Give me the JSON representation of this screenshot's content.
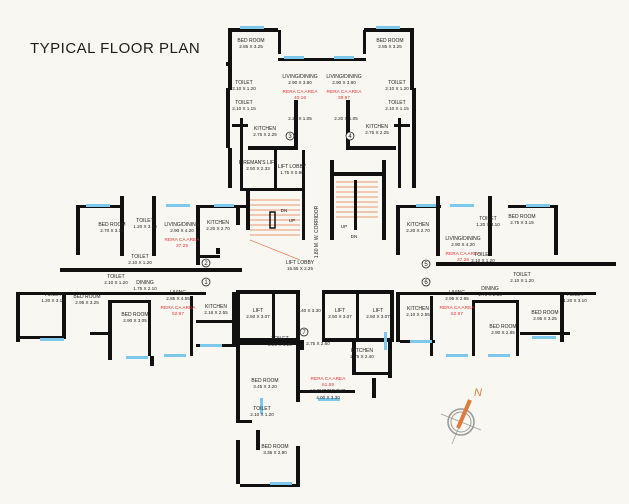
{
  "title": "TYPICAL FLOOR PLAN",
  "colors": {
    "wall": "#111111",
    "window": "#7cc8ec",
    "door": "#f2c14e",
    "stair": "#e07a4a",
    "rera": "#e8373a",
    "background": "#f9f7f1",
    "compass": "#e07a3a"
  },
  "compass": {
    "label": "N",
    "icon": "north-compass-icon"
  },
  "corridor_label": "1.80 M. W. CORRIDOR",
  "stairs": [
    {
      "up": "UP",
      "down": "DN"
    },
    {
      "up": "UP",
      "down": "DN"
    }
  ],
  "flat_numbers": [
    "1",
    "2",
    "3",
    "4",
    "5",
    "6",
    "7"
  ],
  "rooms": [
    {
      "name": "BED ROOM",
      "dims": "2.85 X 3.25"
    },
    {
      "name": "TOILET",
      "dims": "2.10 X 1.20"
    },
    {
      "name": "TOILET",
      "dims": "2.10 X 1.15"
    },
    {
      "name": "LIVING/DINING",
      "dims": "2.90 X 3.80",
      "rera_label": "RERA CA AREA",
      "rera": "40.16"
    },
    {
      "name": "",
      "dims": "2.20 X 1.05"
    },
    {
      "name": "KITCHEN",
      "dims": "2.75 X 2.25"
    },
    {
      "name": "FIREMAN'S LIFT",
      "dims": "2.50 X 2.33"
    },
    {
      "name": "LIFT LOBBY",
      "dims": "1.75 X 0.90"
    },
    {
      "name": "BED ROOM",
      "dims": "2.85 X 3.25"
    },
    {
      "name": "LIVING/DINING",
      "dims": "2.90 X 3.80",
      "rera_label": "RERA CA AREA",
      "rera": "39.97"
    },
    {
      "name": "TOILET",
      "dims": "2.10 X 1.20"
    },
    {
      "name": "TOILET",
      "dims": "2.10 X 1.15"
    },
    {
      "name": "KITCHEN",
      "dims": "2.75 X 2.25"
    },
    {
      "name": "",
      "dims": "2.20 X 1.05"
    },
    {
      "name": "BED ROOM",
      "dims": "2.70 X 3.15"
    },
    {
      "name": "TOILET",
      "dims": "1.20 X 3.10"
    },
    {
      "name": "LIVING/DINING",
      "dims": "2.90 X 4.20",
      "rera_label": "RERA CA AREA",
      "rera": "37.25"
    },
    {
      "name": "KITCHEN",
      "dims": "2.20 X 2.70"
    },
    {
      "name": "TOILET",
      "dims": "2.10 X 1.20"
    },
    {
      "name": "TOILET",
      "dims": "2.10 X 1.20"
    },
    {
      "name": "DINING",
      "dims": "1.75 X 2.10"
    },
    {
      "name": "LIVING",
      "dims": "2.85 X 4.55",
      "rera_label": "RERA CA AREA",
      "rera": "52.97"
    },
    {
      "name": "KITCHEN",
      "dims": "2.16 X 2.55"
    },
    {
      "name": "BED ROOM",
      "dims": "2.95 X 3.25"
    },
    {
      "name": "BED ROOM",
      "dims": "2.90 X 3.05"
    },
    {
      "name": "TOILET",
      "dims": "1.20 X 3.10"
    },
    {
      "name": "KITCHEN",
      "dims": "2.20 X 2.70"
    },
    {
      "name": "LIVING/DINING",
      "dims": "2.90 X 4.20",
      "rera_label": "RERA CA AREA",
      "rera": "37.25"
    },
    {
      "name": "TOILET",
      "dims": "1.20 X 3.10"
    },
    {
      "name": "BED ROOM",
      "dims": "2.75 X 3.15"
    },
    {
      "name": "TOILET",
      "dims": "2.10 X 1.20"
    },
    {
      "name": "LIVING",
      "dims": "2.95 X 2.95",
      "rera_label": "RERA CA AREA",
      "rera": "52.97"
    },
    {
      "name": "DINING",
      "dims": "1.75 X 2.15"
    },
    {
      "name": "KITCHEN",
      "dims": "2.10 X 2.55"
    },
    {
      "name": "BED ROOM",
      "dims": "2.90 X 2.85"
    },
    {
      "name": "BED ROOM",
      "dims": "2.95 X 3.25"
    },
    {
      "name": "TOILET",
      "dims": "2.10 X 1.20"
    },
    {
      "name": "TOILET",
      "dims": "1.20 X 3.10"
    },
    {
      "name": "LIFT LOBBY",
      "dims": "15.55 X 2.25"
    },
    {
      "name": "LIFT",
      "dims": "2.50 X 3.07"
    },
    {
      "name": "",
      "dims": "1.40 X 3.30"
    },
    {
      "name": "LIFT",
      "dims": "2.50 X 3.07"
    },
    {
      "name": "LIFT",
      "dims": "2.50 X 3.07"
    },
    {
      "name": "",
      "dims": "2.75 X 2.60"
    },
    {
      "name": "KITCHEN",
      "dims": "2.75 X 2.40"
    },
    {
      "name": "TOILET",
      "dims": "2.20 X 1.20"
    },
    {
      "name": "BED ROOM",
      "dims": "3.45 X 3.20"
    },
    {
      "name": "LIVING/DINING",
      "dims": "4.00 X 3.30",
      "rera_label": "RERA CA AREA",
      "rera": "61.59"
    },
    {
      "name": "TOILET",
      "dims": "2.10 X 1.20"
    },
    {
      "name": "BED ROOM",
      "dims": "3.35 X 2.90"
    }
  ]
}
